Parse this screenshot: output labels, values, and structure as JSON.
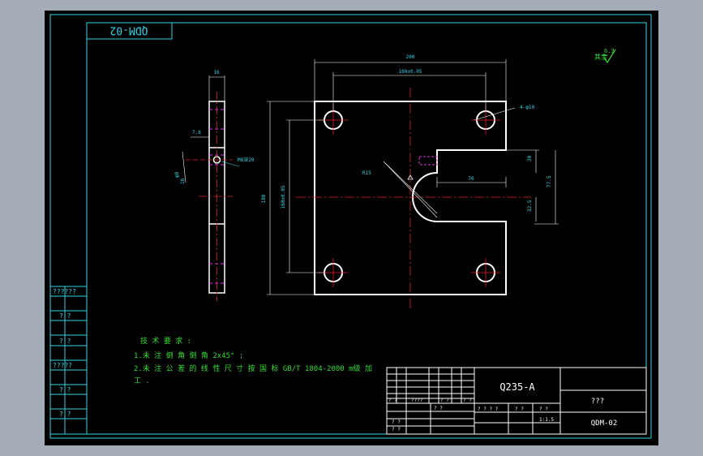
{
  "drawing": {
    "stamp_code": "QDM-02",
    "surface_roughness": "6.3",
    "title_block": {
      "material": "Q235-A",
      "name": "???",
      "code": "QDM-02",
      "row_labels": [
        "? ?",
        "????",
        "? ?",
        "? ?",
        "? ?",
        "? ?",
        "? ?"
      ],
      "small_cells": [
        "? ? ? ?",
        "? ?",
        "? ?",
        "1:1.5"
      ]
    },
    "left_strip_labels": [
      "??????",
      "? ?",
      "? ?",
      "?????",
      "? ?",
      "? ?"
    ],
    "tech_requirements": {
      "heading": "技 术 要 求 :",
      "line1": "1.未 注 倒 角 倒 角 2x45° ;",
      "line2": "2.未 注 公 差 的 线 性 尺 寸 按 国 标 GB/T 1804-2000 m级 加",
      "line3": "工 ."
    },
    "dimensions": {
      "top_width": "200",
      "hole_spacing_x": "160±0.05",
      "hole_note": "4-φ10",
      "left_height": "180",
      "hole_spacing_y": "160±0.05",
      "slot_depth": "70",
      "slot_width": "30",
      "slot_offset": "77.5",
      "slot_low": "32.5",
      "radius": "R15",
      "side_thickness": "16",
      "side_offset": "7.6",
      "side_hole": "M8深20",
      "side_v1": "φ8",
      "side_v2": "16"
    }
  },
  "colors": {
    "background": "#a3acb7",
    "frame": "#000000",
    "border": "#2fd4e6",
    "part": "#ffffff",
    "center": "#e02020",
    "hidden": "#e030e0",
    "text": "#33dd33"
  }
}
